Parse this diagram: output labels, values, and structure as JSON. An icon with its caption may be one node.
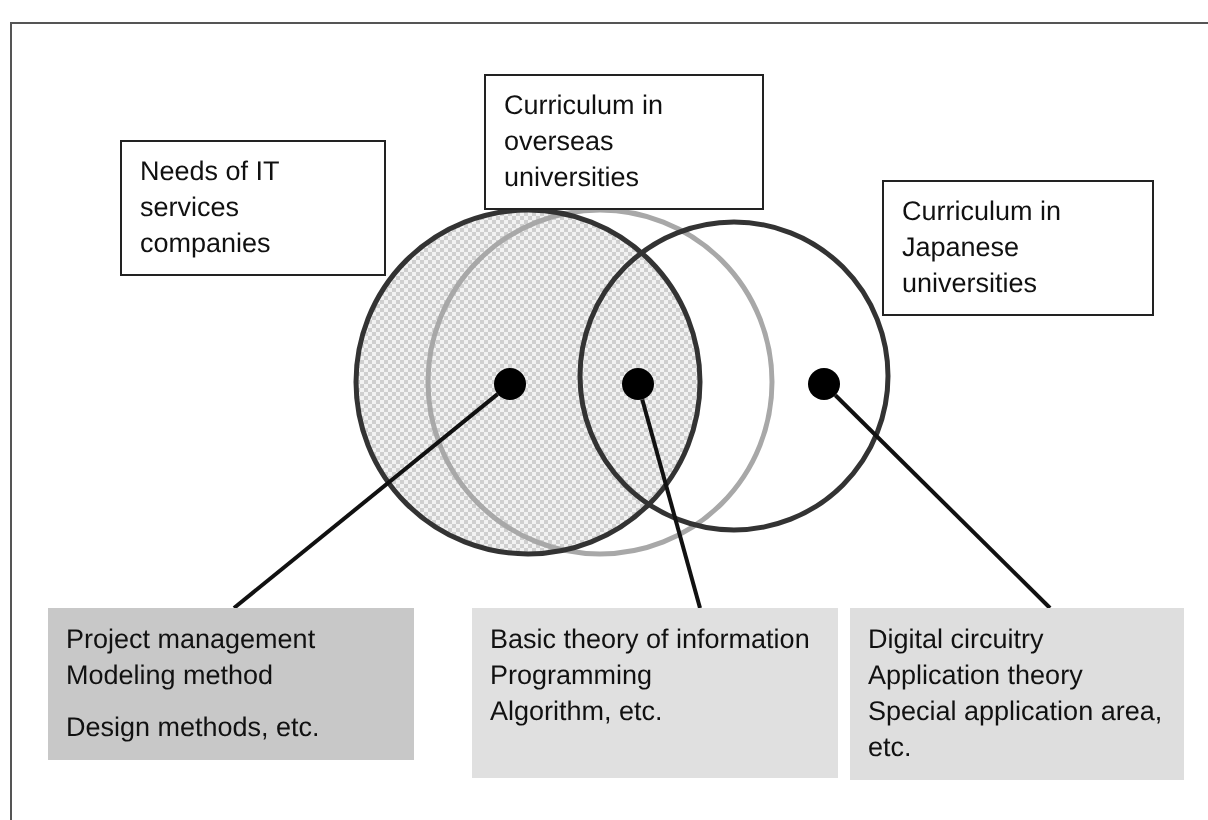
{
  "diagram": {
    "nodes": [
      {
        "text": [
          "Needs of IT services companies"
        ]
      },
      {
        "text": [
          "Curriculum in overseas universities"
        ]
      },
      {
        "text": [
          "Curriculum in Japanese universities"
        ]
      },
      {
        "text": [],
        "shape": "circle"
      },
      {
        "text": [],
        "shape": "circle"
      },
      {
        "text": [],
        "shape": "circle"
      },
      {
        "text": [
          "Project management",
          "Modeling method",
          "Design methods, etc."
        ]
      },
      {
        "text": [
          "Basic theory of information",
          "Programming",
          "Algorithm, etc."
        ]
      },
      {
        "text": [
          "Digital circuitry",
          "Application theory",
          "Special application area, etc."
        ]
      }
    ],
    "edges": [
      {
        "from": 6,
        "to": 3,
        "arrow": "none"
      },
      {
        "from": 7,
        "to": 4,
        "arrow": "none"
      },
      {
        "from": 8,
        "to": 5,
        "arrow": "none"
      }
    ]
  }
}
